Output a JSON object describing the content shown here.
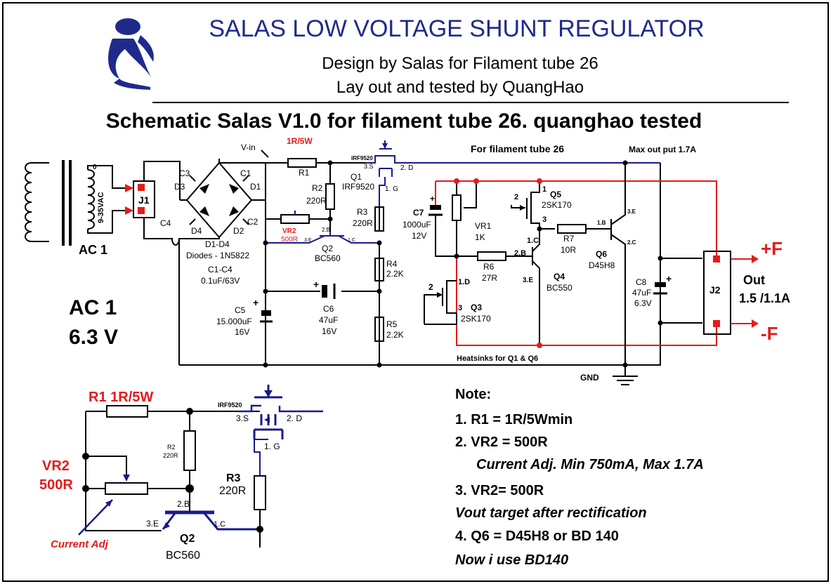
{
  "header": {
    "title": "SALAS LOW VOLTAGE SHUNT REGULATOR",
    "subtitle1": "Design by Salas for Filament tube 26",
    "subtitle2": "Lay out and tested by QuangHao",
    "schematic_title": "Schematic Salas V1.0 for filament tube 26. quanghao tested"
  },
  "colors": {
    "title": "#1f2a8c",
    "accent": "#e31b1b",
    "blue_wire": "#1a1a8a"
  },
  "labels": {
    "vin": "V-in",
    "r1_val": "1R/5W",
    "r1": "R1",
    "for_filament": "For filament tube 26",
    "max_out": "Max out put 1.7A",
    "q1_irf_small": "IRF9520",
    "q1_3s": "3.S",
    "q1_2d": "2. D",
    "q1_1g": "1. G",
    "q1": "Q1",
    "q1_part": "IRF9520",
    "r2": "R2",
    "r2_val": "220R",
    "r3": "R3",
    "r3_val": "220R",
    "vr2": "VR2",
    "vr2_val": "500R",
    "q2_2b": "2.B",
    "q2_3e": "3.E",
    "q2_1c": "1.C",
    "q2": "Q2",
    "q2_part": "BC560",
    "r4": "R4",
    "r4_val": "2.2K",
    "r5": "R5",
    "r5_val": "2.2K",
    "c1": "C1",
    "c2": "C2",
    "c3": "C3",
    "c4": "C4",
    "d1": "D1",
    "d2": "D2",
    "d3": "D3",
    "d4": "D4",
    "diodes": "D1-D4",
    "diodes_part": "Diodes - 1N5822",
    "c1c4": "C1-C4",
    "c1c4_val": "0.1uF/63V",
    "j1": "J1",
    "ac1_small": "AC 1",
    "tr_zero": "0",
    "tr_range": "9-35VAC",
    "c5": "C5",
    "c5_val": "15.000uF",
    "c5_v": "16V",
    "c6": "C6",
    "c6_val": "47uF",
    "c6_v": "16V",
    "c7": "C7",
    "c7_val": "1000uF",
    "c7_v": "12V",
    "vr1": "VR1",
    "vr1_val": "1K",
    "r6": "R6",
    "r6_val": "27R",
    "q3_2": "2",
    "q3_1d": "1.D",
    "q3_3": "3",
    "q3": "Q3",
    "q3_part": "2SK170",
    "q5_1": "1",
    "q5_2": "2",
    "q5_3": "3",
    "q5": "Q5",
    "q5_part": "2SK170",
    "q4_1c": "1.C",
    "q4_2b": "2.B",
    "q4_3e": "3.E",
    "q4": "Q4",
    "q4_part": "BC550",
    "r7": "R7",
    "r7_val": "10R",
    "q6_1b": "1.B",
    "q6_3e": "3.E",
    "q6_2c": "2.C",
    "q6": "Q6",
    "q6_part": "D45H8",
    "c8": "C8",
    "c8_val": "47uF",
    "c8_v": "6.3V",
    "j2": "J2",
    "plus_f": "+F",
    "minus_f": "-F",
    "out": "Out",
    "out_val": "1.5 /1.1A",
    "heatsinks": "Heatsinks for Q1 & Q6",
    "gnd": "GND",
    "plus": "+"
  },
  "ac_box": {
    "line1": "AC 1",
    "line2": "6.3 V"
  },
  "detail": {
    "r1": "R1 1R/5W",
    "vr2": "VR2",
    "vr2_val": "500R",
    "current_adj": "Current Adj",
    "r2": "R2",
    "r2_val": "220R",
    "irf": "IRF9520",
    "s3": "3.S",
    "d2": "2. D",
    "g1": "1. G",
    "r3": "R3",
    "r3_val": "220R",
    "b2": "2.B",
    "e3": "3.E",
    "cc": "1.C",
    "q2": "Q2",
    "q2_part": "BC560"
  },
  "notes": {
    "title": "Note:",
    "n1": "1. R1 = 1R/5Wmin",
    "n2": "2. VR2 = 500R",
    "n2b": "Current Adj. Min 750mA, Max 1.7A",
    "n3": "3. VR2= 500R",
    "n3b": "Vout target after rectification",
    "n4": "4. Q6 = D45H8 or BD 140",
    "n4b": "Now i use BD140"
  }
}
